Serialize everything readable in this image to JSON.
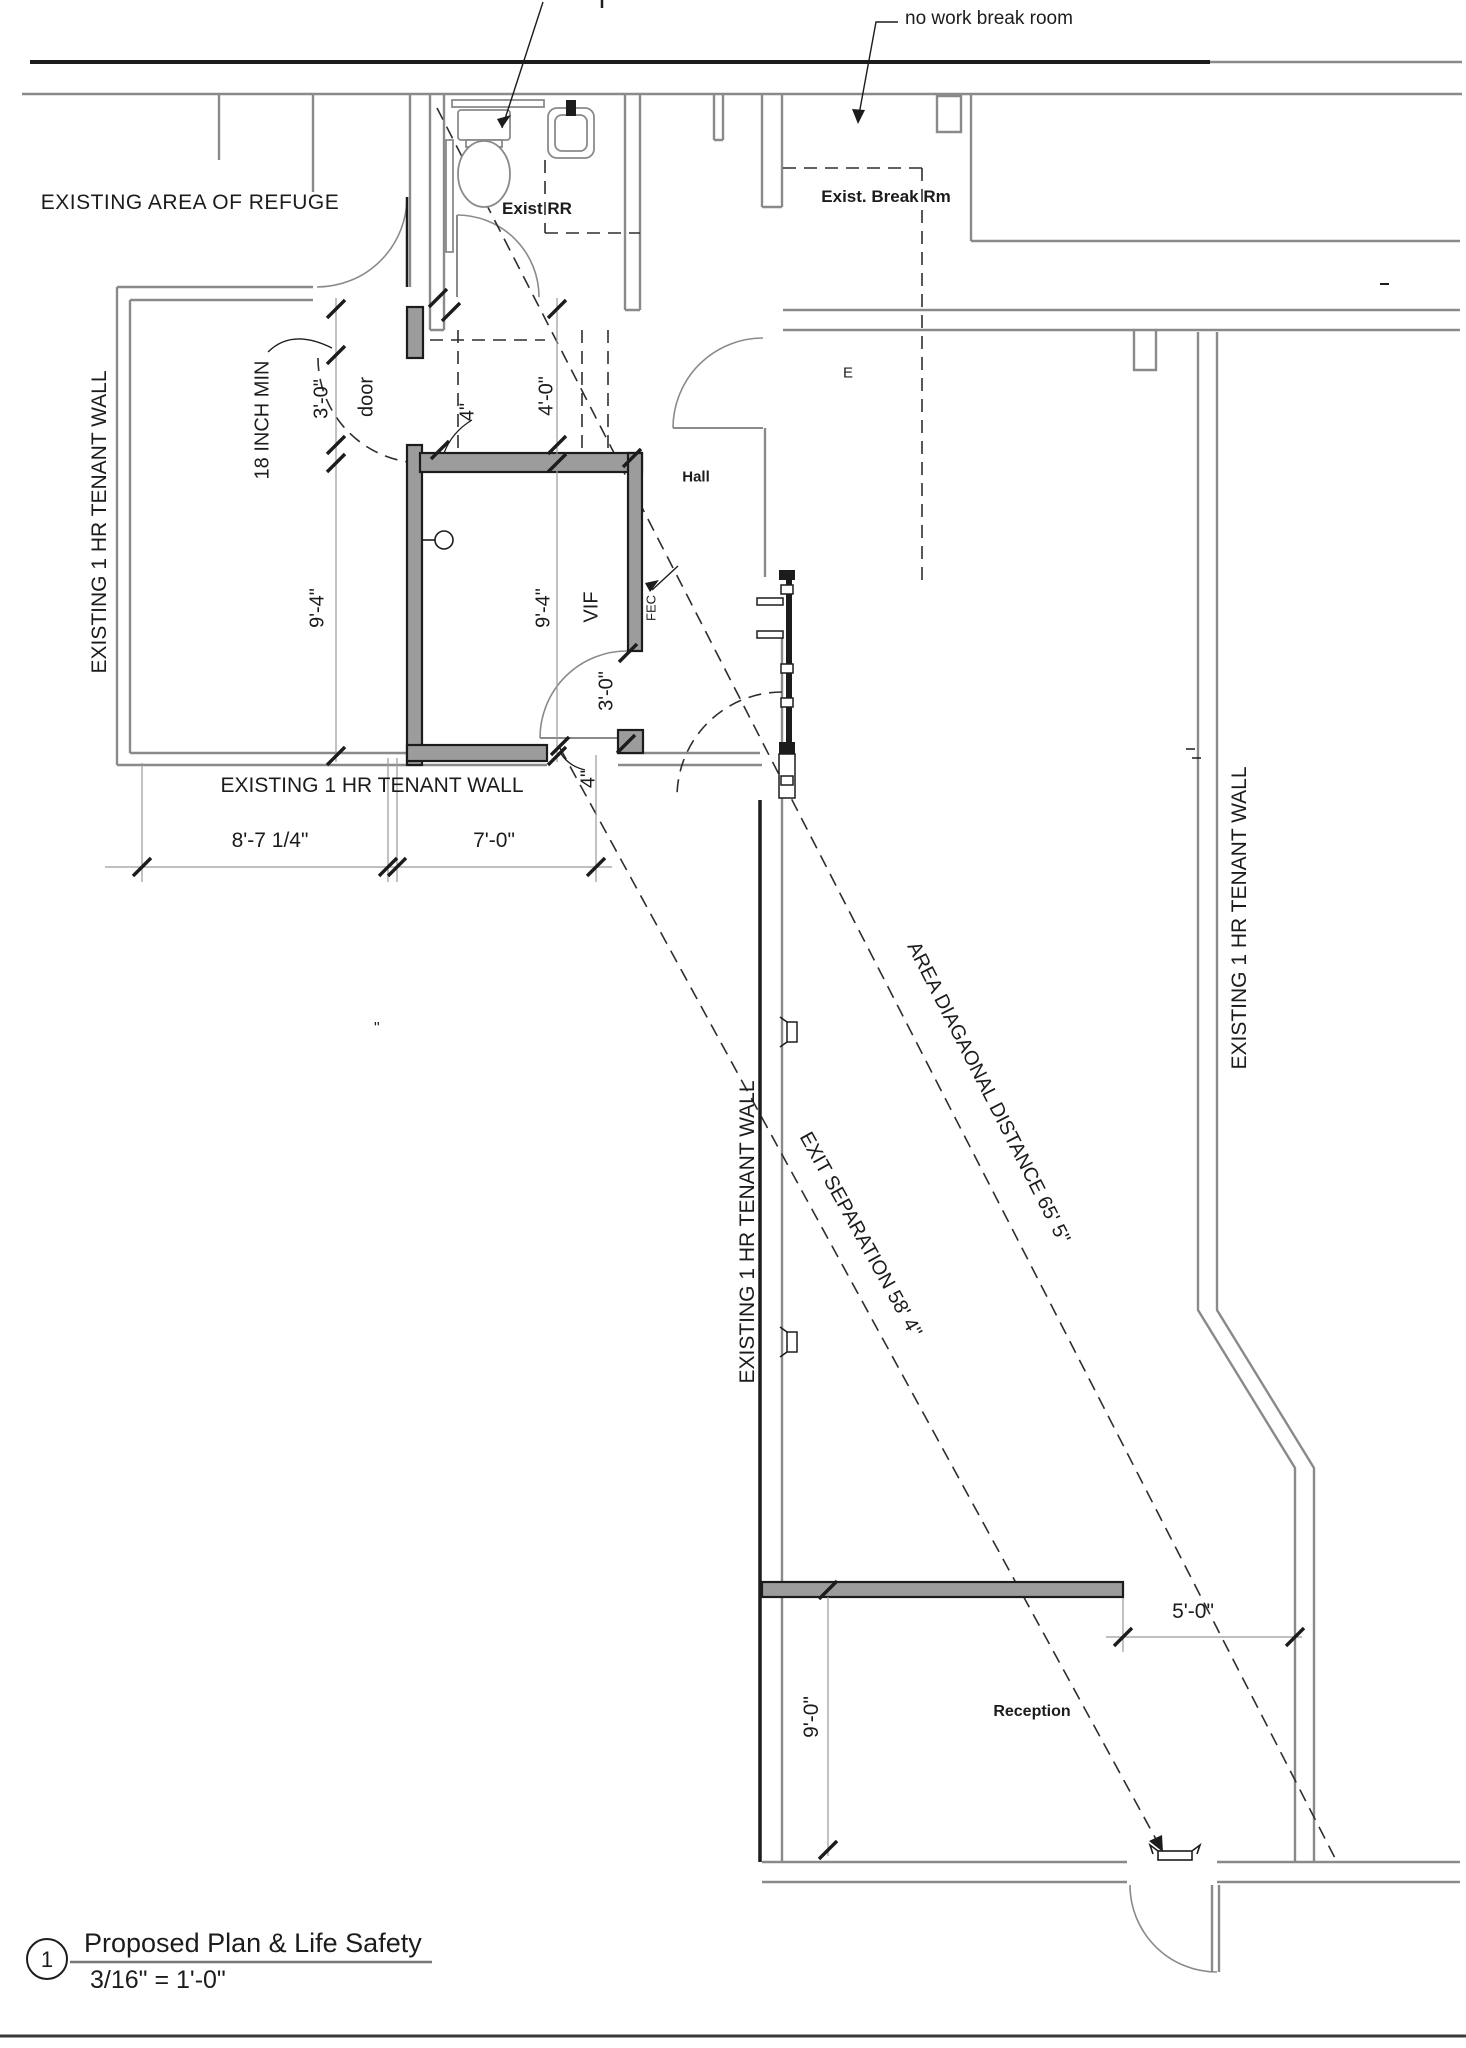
{
  "callouts": {
    "no_work": "no work break room"
  },
  "rooms": {
    "refuge": "EXISTING AREA OF REFUGE",
    "exist_rr": "Exist RR",
    "break_rm": "Exist. Break Rm",
    "e_room": "E",
    "hall": "Hall",
    "reception": "Reception"
  },
  "walls": {
    "left": "EXISTING 1 HR TENANT WALL",
    "bottom": "EXISTING 1 HR TENANT WALL",
    "middle": "EXISTING 1 HR TENANT WALL",
    "right": "EXISTING 1 HR TENANT WALL"
  },
  "dims": {
    "d18": "18 INCH MIN",
    "door": "door",
    "d30_upper": "3'-0\"",
    "d4_upper": "4\"",
    "d40": "4'-0\"",
    "d94_left": "9'-4\"",
    "d94_right": "9'-4\"",
    "vif": "VIF",
    "fec": "FEC",
    "d30_door": "3'-0\"",
    "d4_lower": "4\"",
    "d87": "8'-7 1/4\"",
    "d70": "7'-0\"",
    "d50": "5'-0\"",
    "d90": "9'-0\""
  },
  "diagonals": {
    "area": "AREA DIAGAONAL DISTANCE  65' 5\"",
    "exit": "EXIT SEPARATION  58' 4\""
  },
  "title_block": {
    "num": "1",
    "title": "Proposed Plan & Life Safety",
    "scale": "3/16\" = 1'-0\""
  },
  "stray": {
    "quote": "\""
  },
  "colors": {
    "wall_gray": "#8a8a8a",
    "new_wall_fill": "#9c9c9c",
    "line_dark": "#1c1c1c"
  }
}
